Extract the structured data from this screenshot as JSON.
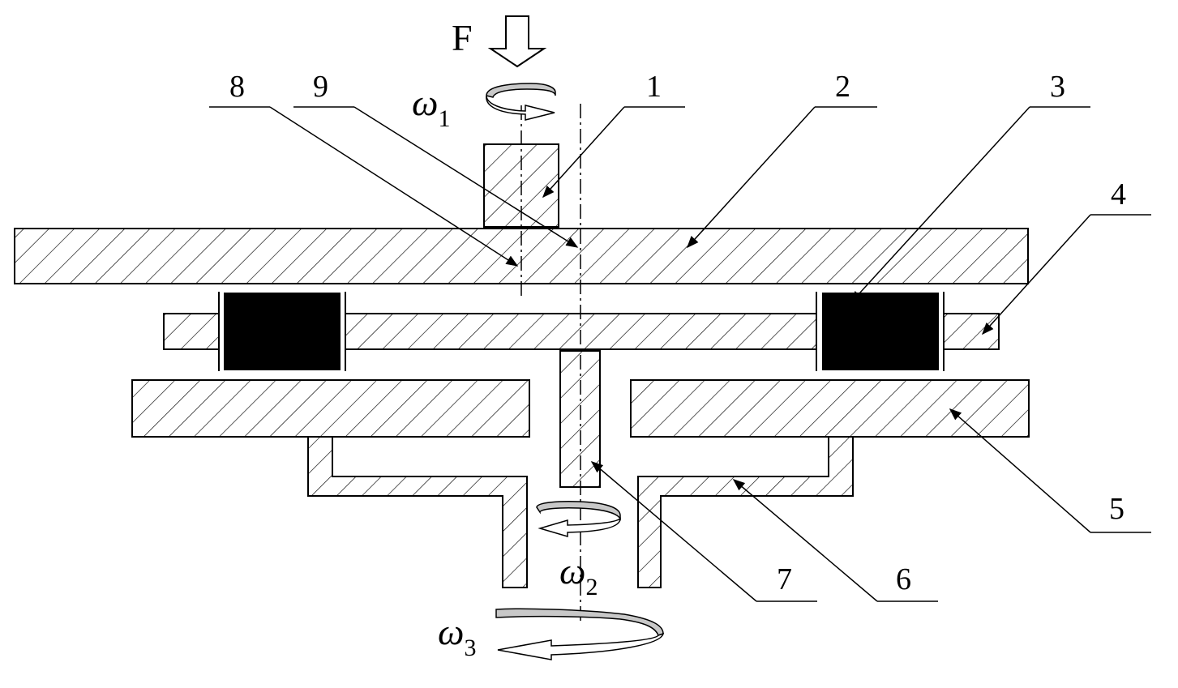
{
  "force_label": "F",
  "omega_symbol": "ω",
  "omega_subscripts": [
    "1",
    "2",
    "3"
  ],
  "part_numbers": [
    "1",
    "2",
    "3",
    "4",
    "5",
    "6",
    "7",
    "8",
    "9"
  ],
  "colors": {
    "stroke": "#000000",
    "bearing_fill": "#000000",
    "arrow_band_fill": "#c8c8c8",
    "background": "#ffffff"
  }
}
